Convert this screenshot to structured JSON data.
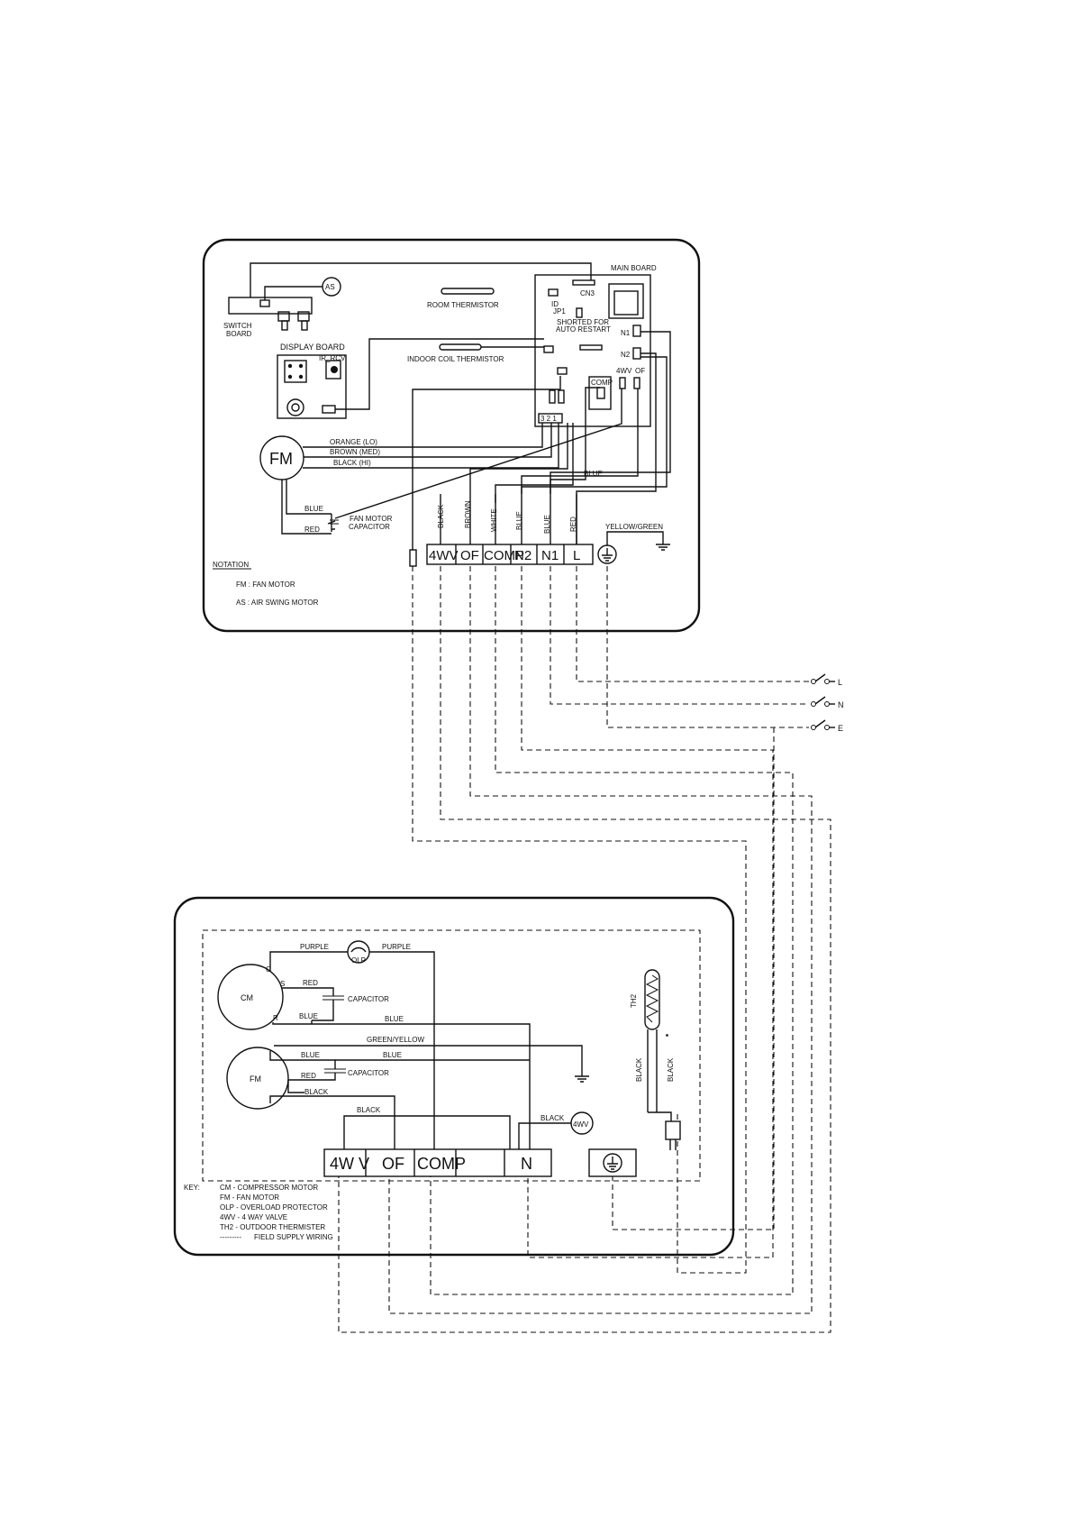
{
  "indoor_unit": {
    "main_board": "MAIN BOARD",
    "cn3": "CN3",
    "id": "ID",
    "jp1": "JP1",
    "jp1_note_1": "SHORTED FOR",
    "jp1_note_2": "AUTO RESTART",
    "room_thermistor": "ROOM THERMISTOR",
    "indoor_coil_thermistor": "INDOOR COIL THERMISTOR",
    "switch_board_1": "SWITCH",
    "switch_board_2": "BOARD",
    "display_board": "DISPLAY BOARD",
    "ir_rcv": "IR_RCV",
    "as": "AS",
    "n1": "N1",
    "n2": "N2",
    "comp": "COMP",
    "fourwv": "4WV",
    "of": "OF",
    "fm": "FM",
    "orange_lo": "ORANGE (LO)",
    "brown_med": "BROWN (MED)",
    "black_hi": "BLACK (HI)",
    "blue": "BLUE",
    "red": "RED",
    "fan_motor_capacitor_1": "FAN MOTOR",
    "fan_motor_capacitor_2": "CAPACITOR",
    "wire_black": "BLACK",
    "wire_brown": "BROWN",
    "wire_white": "WHITE",
    "wire_blue": "BLUE",
    "wire_blue2": "BLUE",
    "wire_red": "RED",
    "yellow_green": "YELLOW/GREEN",
    "terminals": [
      "4WV",
      "OF",
      "COMP",
      "N2",
      "N1",
      "L"
    ],
    "notation_title": "NOTATION",
    "notation_fm": "FM :   FAN MOTOR",
    "notation_as": "AS :   AIR SWING MOTOR"
  },
  "supply": {
    "l": "L",
    "n": "N",
    "e": "E"
  },
  "outdoor_unit": {
    "purple_left": "PURPLE",
    "purple_right": "PURPLE",
    "olp": "OLP",
    "cm": "CM",
    "c": "C",
    "s": "S",
    "r": "R",
    "red": "RED",
    "capacitor": "CAPACITOR",
    "blue_cm": "BLUE",
    "blue_long": "BLUE",
    "green_yellow": "GREEN/YELLOW",
    "fm": "FM",
    "blue_fm_1": "BLUE",
    "blue_fm_2": "BLUE",
    "red_fm": "RED",
    "capacitor_fm": "CAPACITOR",
    "black_fm": "BLACK",
    "black_4wv": "BLACK",
    "black_valve": "BLACK",
    "valve": "4WV",
    "th2": "TH2",
    "th2_black_1": "BLACK",
    "th2_black_2": "BLACK",
    "terminals": [
      "4W V",
      "OF",
      "COMP",
      "",
      "N"
    ],
    "key_title": "KEY:",
    "key_lines": [
      "CM - COMPRESSOR MOTOR",
      "FM - FAN MOTOR",
      "OLP - OVERLOAD PROTECTOR",
      "4WV - 4 WAY VALVE",
      "TH2 - OUTDOOR THERMISTER",
      "FIELD SUPPLY WIRING"
    ],
    "key_dash": "---------"
  }
}
